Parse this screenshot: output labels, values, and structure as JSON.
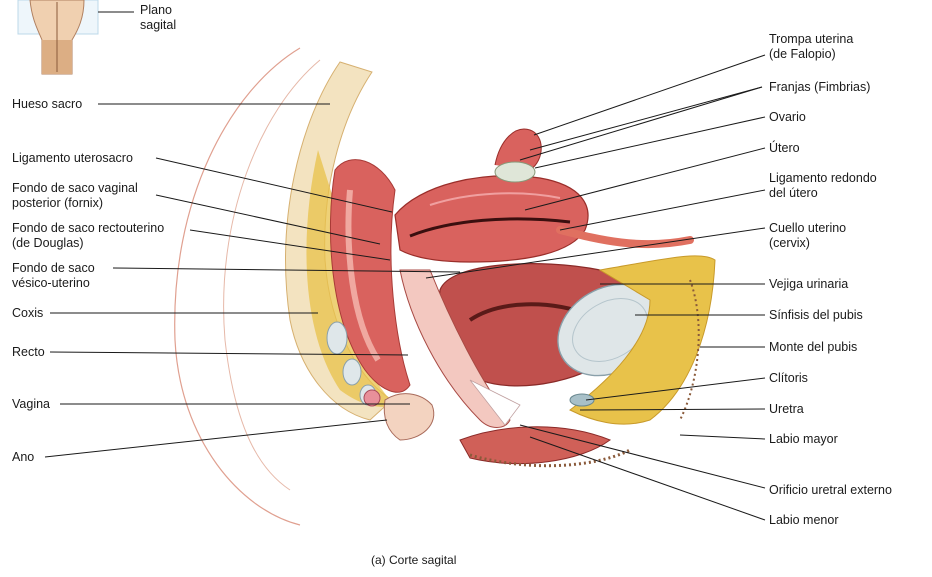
{
  "inset": {
    "label_line1": "Plano",
    "label_line2": "sagital"
  },
  "left_labels": [
    {
      "lines": [
        "Hueso sacro"
      ]
    },
    {
      "lines": [
        "Ligamento uterosacro"
      ]
    },
    {
      "lines": [
        "Fondo de saco vaginal",
        "posterior (fornix)"
      ]
    },
    {
      "lines": [
        "Fondo de saco rectouterino",
        "(de Douglas)"
      ]
    },
    {
      "lines": [
        "Fondo de saco",
        "vésico-uterino"
      ]
    },
    {
      "lines": [
        "Coxis"
      ]
    },
    {
      "lines": [
        "Recto"
      ]
    },
    {
      "lines": [
        "Vagina"
      ]
    },
    {
      "lines": [
        "Ano"
      ]
    }
  ],
  "right_labels": [
    {
      "lines": [
        "Trompa uterina",
        "(de Falopio)"
      ]
    },
    {
      "lines": [
        "Franjas (Fimbrias)"
      ]
    },
    {
      "lines": [
        "Ovario"
      ]
    },
    {
      "lines": [
        "Útero"
      ]
    },
    {
      "lines": [
        "Ligamento redondo",
        "del útero"
      ]
    },
    {
      "lines": [
        "Cuello uterino",
        "(cervix)"
      ]
    },
    {
      "lines": [
        "Vejiga urinaria"
      ]
    },
    {
      "lines": [
        "Sínfisis del pubis"
      ]
    },
    {
      "lines": [
        "Monte del pubis"
      ]
    },
    {
      "lines": [
        "Clítoris"
      ]
    },
    {
      "lines": [
        "Uretra"
      ]
    },
    {
      "lines": [
        "Labio mayor"
      ]
    },
    {
      "lines": [
        "Orificio uretral externo"
      ]
    },
    {
      "lines": [
        "Labio menor"
      ]
    }
  ],
  "caption": "(a) Corte sagital",
  "colors": {
    "uterus": "#d9625e",
    "fat": "#e8c24a",
    "skin": "#f3d3c0",
    "bone": "#f2e6cc",
    "muscle": "#c0504d",
    "line": "#1a1a1a"
  }
}
